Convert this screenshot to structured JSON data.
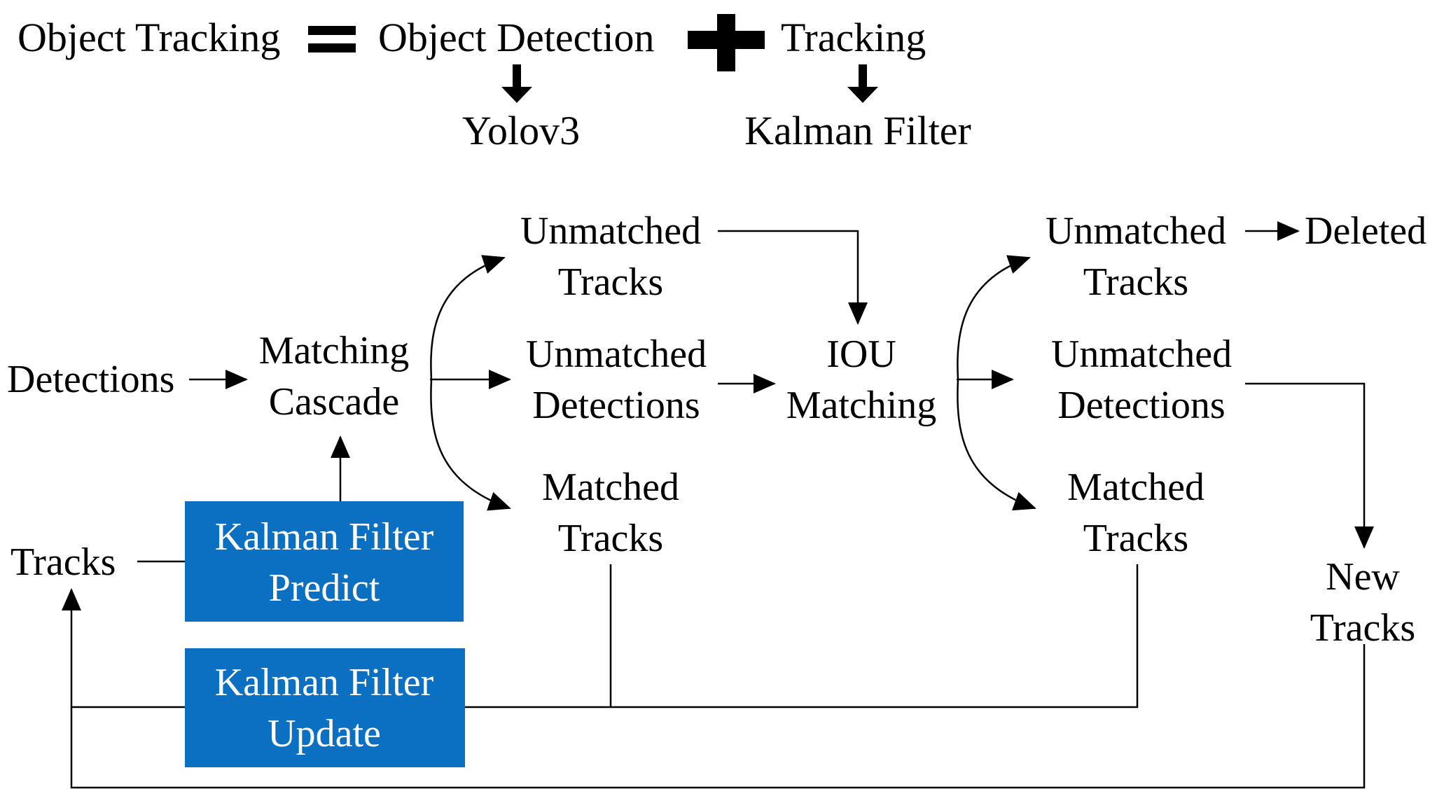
{
  "formula": {
    "object_tracking": "Object Tracking",
    "object_detection": "Object Detection",
    "tracking": "Tracking",
    "yolo": "Yolov3",
    "kalman_filter": "Kalman Filter"
  },
  "flow": {
    "detections": "Detections",
    "matching_cascade": [
      "Matching",
      "Cascade"
    ],
    "unmatched_tracks_1": [
      "Unmatched",
      "Tracks"
    ],
    "unmatched_detections_1": [
      "Unmatched",
      "Detections"
    ],
    "matched_tracks_1": [
      "Matched",
      "Tracks"
    ],
    "iou_matching": [
      "IOU",
      "Matching"
    ],
    "unmatched_tracks_2": [
      "Unmatched",
      "Tracks"
    ],
    "deleted": "Deleted",
    "unmatched_detections_2": [
      "Unmatched",
      "Detections"
    ],
    "matched_tracks_2": [
      "Matched",
      "Tracks"
    ],
    "new_tracks": [
      "New",
      "Tracks"
    ],
    "tracks": "Tracks",
    "kf_predict": [
      "Kalman Filter",
      "Predict"
    ],
    "kf_update": [
      "Kalman Filter",
      "Update"
    ]
  },
  "colors": {
    "box_fill": "#0b6fc2",
    "line": "#000000",
    "text": "#000000"
  }
}
